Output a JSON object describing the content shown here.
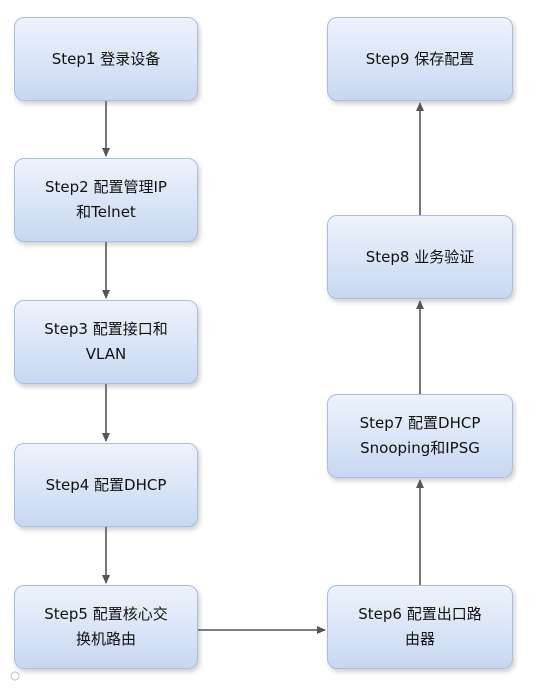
{
  "diagram": {
    "steps": [
      {
        "id": "s1",
        "text": "Step1  登录设备"
      },
      {
        "id": "s2",
        "text": "Step2  配置管理IP\n和Telnet"
      },
      {
        "id": "s3",
        "text": "Step3  配置接口和\nVLAN"
      },
      {
        "id": "s4",
        "text": "Step4  配置DHCP"
      },
      {
        "id": "s5",
        "text": "Step5  配置核心交\n换机路由"
      },
      {
        "id": "s6",
        "text": "Step6  配置出口路\n由器"
      },
      {
        "id": "s7",
        "text": "Step7  配置DHCP\nSnooping和IPSG"
      },
      {
        "id": "s8",
        "text": "Step8  业务验证"
      },
      {
        "id": "s9",
        "text": "Step9  保存配置"
      }
    ],
    "connections": [
      {
        "from": "s1",
        "to": "s2"
      },
      {
        "from": "s2",
        "to": "s3"
      },
      {
        "from": "s3",
        "to": "s4"
      },
      {
        "from": "s4",
        "to": "s5"
      },
      {
        "from": "s5",
        "to": "s6"
      },
      {
        "from": "s6",
        "to": "s7"
      },
      {
        "from": "s7",
        "to": "s8"
      },
      {
        "from": "s8",
        "to": "s9"
      }
    ],
    "colors": {
      "box_fill_top": "#eef3fc",
      "box_fill_bottom": "#c8d7f1",
      "box_border": "#a8bde0",
      "arrow": "#555555"
    }
  }
}
